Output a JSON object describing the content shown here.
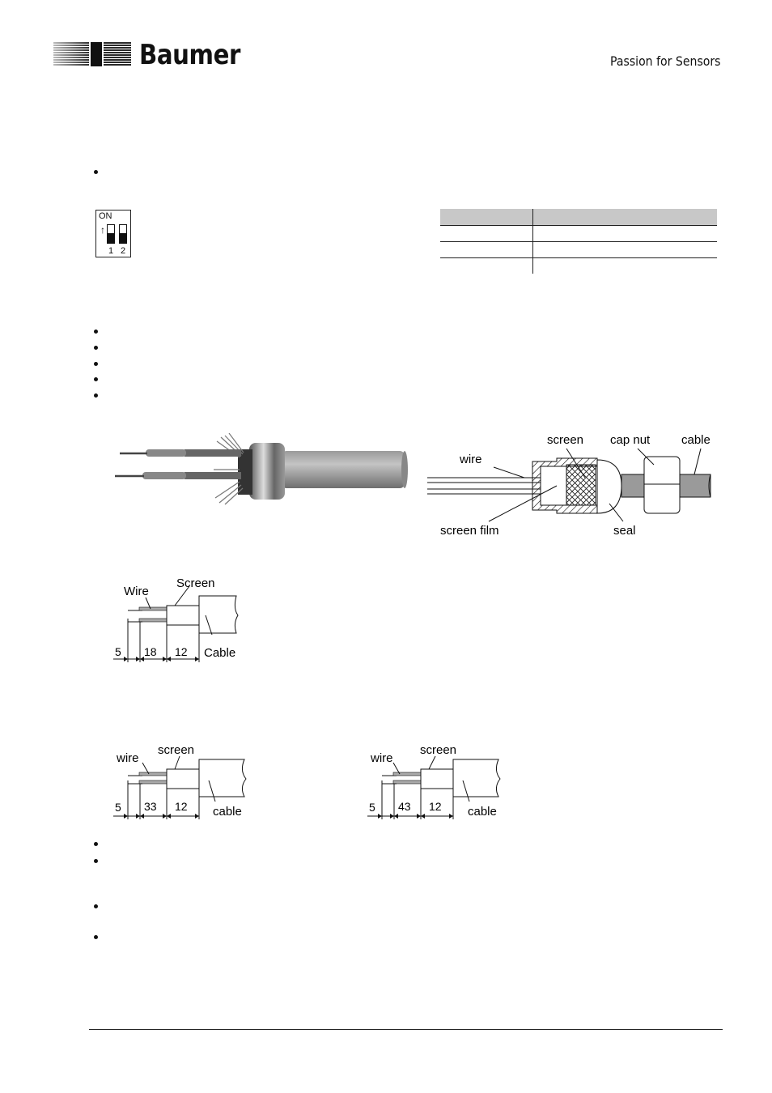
{
  "header": {
    "brand": "Baumer",
    "tagline": "Passion for Sensors"
  },
  "dip_switch": {
    "on_label": "ON",
    "numbers": [
      "1",
      "2"
    ]
  },
  "table": {
    "header": [
      "",
      ""
    ],
    "rows": [
      [
        "",
        ""
      ],
      [
        "",
        ""
      ],
      [
        "",
        ""
      ]
    ]
  },
  "gland_diagram": {
    "wire": "wire",
    "screen": "screen",
    "cap_nut": "cap nut",
    "cable": "cable",
    "screen_film": "screen film",
    "seal": "seal"
  },
  "strip_diagram_1": {
    "wire": "Wire",
    "screen": "Screen",
    "cable": "Cable",
    "dims": [
      "5",
      "18",
      "12"
    ]
  },
  "strip_diagram_2": {
    "wire": "wire",
    "screen": "screen",
    "cable": "cable",
    "dims": [
      "5",
      "33",
      "12"
    ]
  },
  "strip_diagram_3": {
    "wire": "wire",
    "screen": "screen",
    "cable": "cable",
    "dims": [
      "5",
      "43",
      "12"
    ]
  }
}
